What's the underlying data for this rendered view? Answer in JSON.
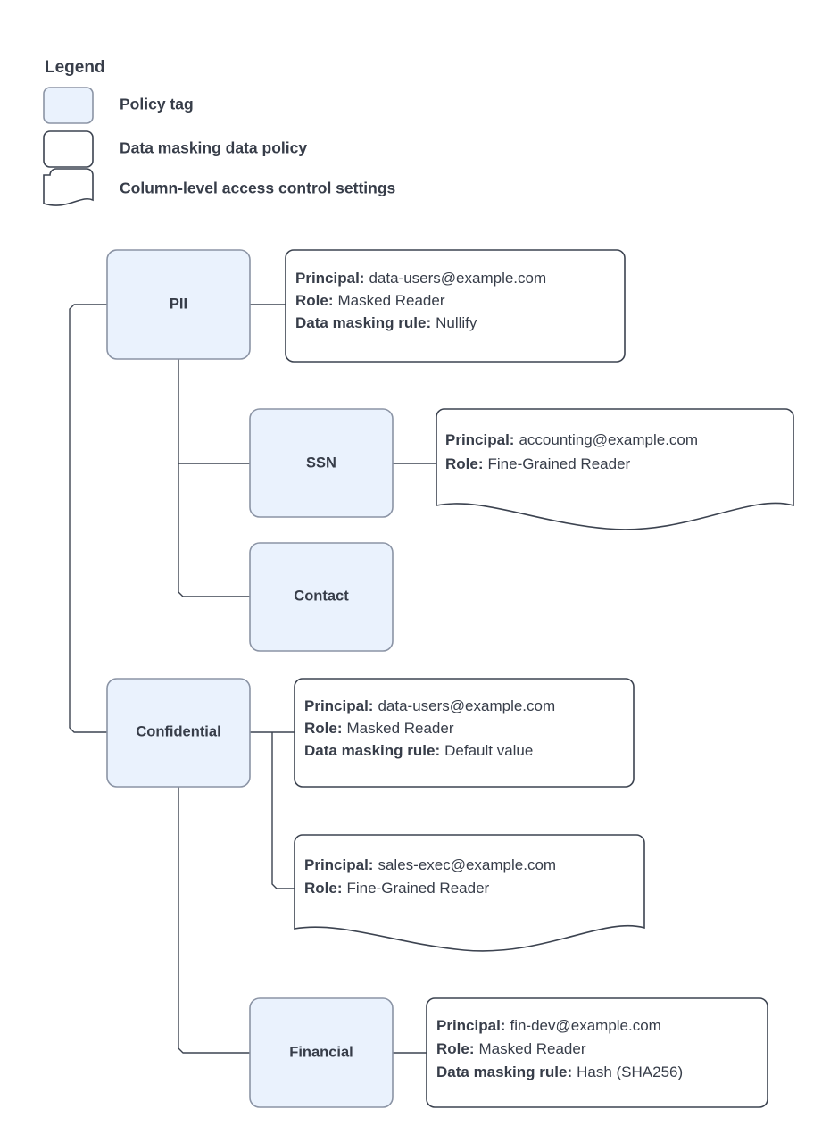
{
  "legend": {
    "title": "Legend",
    "items": [
      {
        "id": "policy-tag",
        "label": "Policy tag",
        "shape": "rounded-filled"
      },
      {
        "id": "data-masking-data-policy",
        "label": "Data masking data policy",
        "shape": "rounded-plain"
      },
      {
        "id": "column-level-access-control-settings",
        "label": "Column-level access control settings",
        "shape": "rounded-wavy-bottom"
      }
    ]
  },
  "colors": {
    "tag_fill": "#eaf2fd",
    "tag_stroke": "#8b94a5",
    "box_stroke": "#3c4350",
    "text": "#373d49",
    "background": "#ffffff"
  },
  "nodes": [
    {
      "id": "pii",
      "label": "PII"
    },
    {
      "id": "ssn",
      "label": "SSN"
    },
    {
      "id": "contact",
      "label": "Contact"
    },
    {
      "id": "confidential",
      "label": "Confidential"
    },
    {
      "id": "financial",
      "label": "Financial"
    }
  ],
  "labels": {
    "principal": "Principal:",
    "role": "Role:",
    "data_masking_rule": "Data masking rule:"
  },
  "policy_boxes": [
    {
      "id": "pii-masking-policy",
      "attached_to": "pii",
      "type": "data-masking-data-policy",
      "principal": "data-users@example.com",
      "role": "Masked Reader",
      "data_masking_rule": "Nullify"
    },
    {
      "id": "ssn-column-access",
      "attached_to": "ssn",
      "type": "column-level-access-control-settings",
      "principal": "accounting@example.com",
      "role": "Fine-Grained Reader",
      "data_masking_rule": null
    },
    {
      "id": "confidential-masking-policy",
      "attached_to": "confidential",
      "type": "data-masking-data-policy",
      "principal": "data-users@example.com",
      "role": "Masked Reader",
      "data_masking_rule": "Default value"
    },
    {
      "id": "confidential-column-access",
      "attached_to": "confidential",
      "type": "column-level-access-control-settings",
      "principal": "sales-exec@example.com",
      "role": "Fine-Grained Reader",
      "data_masking_rule": null
    },
    {
      "id": "financial-masking-policy",
      "attached_to": "financial",
      "type": "data-masking-data-policy",
      "principal": "fin-dev@example.com",
      "role": "Masked Reader",
      "data_masking_rule": "Hash (SHA256)"
    }
  ]
}
